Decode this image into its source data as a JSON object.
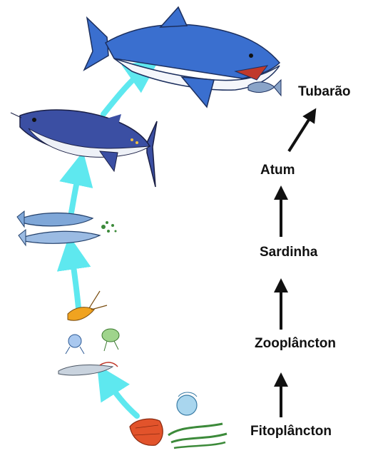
{
  "food_chain": {
    "levels": [
      {
        "name": "Fitoplâncton",
        "icon": "phytoplankton-icon"
      },
      {
        "name": "Zooplâncton",
        "icon": "zooplankton-icon"
      },
      {
        "name": "Sardinha",
        "icon": "sardine-icon"
      },
      {
        "name": "Atum",
        "icon": "tuna-icon"
      },
      {
        "name": "Tubarão",
        "icon": "shark-icon"
      }
    ]
  },
  "colors": {
    "arrow_cyan": "#5ee8ef",
    "arrow_black": "#111111",
    "label_text": "#111111",
    "shark_back": "#3a6fcf",
    "tuna_back": "#3b4fa3",
    "sardine_body": "#7fa7d8",
    "phyto_red": "#e2532b",
    "phyto_green": "#3c8a3a",
    "zoo_orange": "#f0a320"
  }
}
